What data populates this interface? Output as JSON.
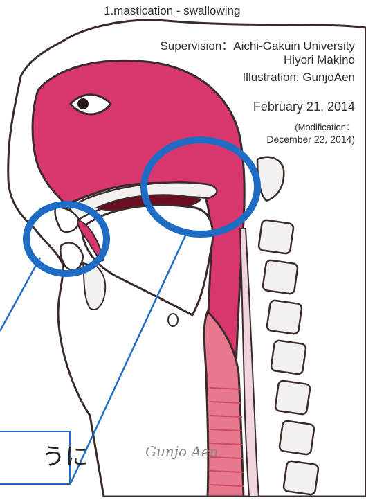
{
  "header": {
    "title": "1.mastication - swallowing"
  },
  "credits": {
    "supervision": "Supervision：Aichi-Gakuin University",
    "person": "Hiyori Makino",
    "illustration": "Illustration: GunjoAen",
    "date": "February 21, 2014",
    "modification_line1": "(Modification：",
    "modification_line2": "December 22, 2014)"
  },
  "signature": "Gunjo Aen",
  "callout": {
    "text": "うに"
  },
  "colors": {
    "cavity_pink": "#d8376d",
    "dark_red": "#6a0f22",
    "outline": "#3a2a2a",
    "skin": "#ffffff",
    "bone": "#f3f1ef",
    "highlight_blue": "#1f6cc4",
    "pharynx_stripe": "#c94a63"
  }
}
